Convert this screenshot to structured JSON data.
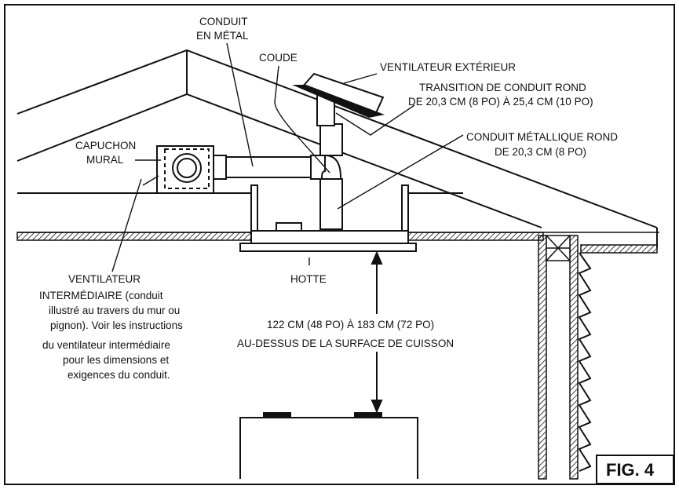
{
  "labels": {
    "conduit_metal_1": "CONDUIT",
    "conduit_metal_2": "EN MÉTAL",
    "coude": "COUDE",
    "ventilateur_exterieur": "VENTILATEUR EXTÉRIEUR",
    "transition_1": "TRANSITION DE CONDUIT ROND",
    "transition_2": "DE 20,3 CM (8 PO) À 25,4 CM (10 PO)",
    "conduit_rond_1": "CONDUIT MÉTALLIQUE ROND",
    "conduit_rond_2": "DE 20,3 CM (8 PO)",
    "capuchon_1": "CAPUCHON",
    "capuchon_2": "MURAL",
    "hotte": "HOTTE",
    "intermediaire_1": "VENTILATEUR",
    "intermediaire_2": "INTERMÉDIAIRE (conduit",
    "intermediaire_3": "illustré au travers du mur ou",
    "intermediaire_4": "pignon). Voir les instructions",
    "intermediaire_5": "du ventilateur intermédiaire",
    "intermediaire_6": "pour les dimensions et",
    "intermediaire_7": "exigences du conduit.",
    "hauteur_1": "122 CM (48 PO) À 183 CM (72 PO)",
    "hauteur_2": "AU-DESSUS DE LA SURFACE DE CUISSON",
    "figure": "FIG. 4"
  }
}
